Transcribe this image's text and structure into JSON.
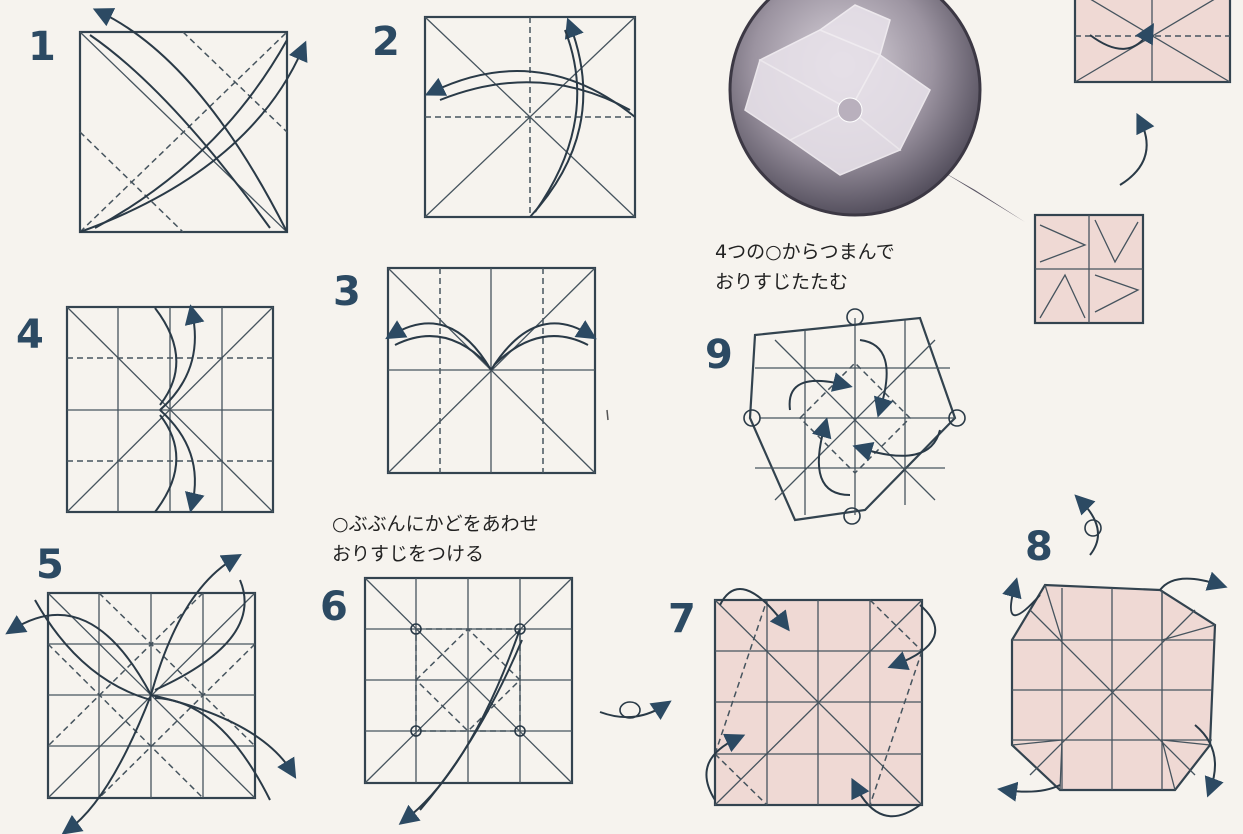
{
  "steps": [
    "1",
    "2",
    "3",
    "4",
    "5",
    "6",
    "7",
    "8",
    "9"
  ],
  "captions": {
    "step6_line1": "○ぶぶんにかどをあわせ",
    "step6_line2": "おりすじをつける",
    "step9_line1": "4つの○からつまんで",
    "step9_line2": "おりすじたたむ"
  },
  "colors": {
    "accent": "#2c4a63",
    "paper_back": "#efd9d4",
    "photo_bubble": "#6e6a78"
  },
  "icons": [
    "turn-over-icon",
    "arrow-up-icon",
    "fold-arrow-icon"
  ]
}
